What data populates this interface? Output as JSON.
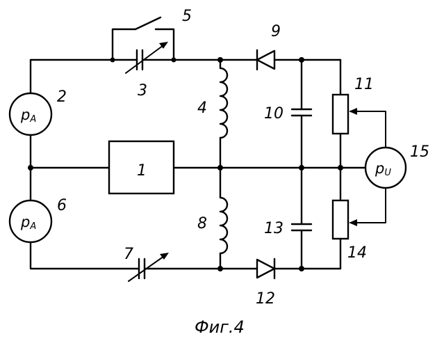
{
  "labels": {
    "block": "1",
    "meter_top": "2",
    "capacitor_var_top": "3",
    "inductor_top": "4",
    "switch": "5",
    "meter_bottom": "6",
    "capacitor_var_bottom": "7",
    "inductor_bottom": "8",
    "diode_top": "9",
    "capacitor_top": "10",
    "resistor_top": "11",
    "diode_bottom": "12",
    "capacitor_bottom": "13",
    "resistor_bottom": "14",
    "voltmeter": "15"
  },
  "meters": {
    "top": {
      "letter": "p",
      "sub": "A"
    },
    "bottom": {
      "letter": "p",
      "sub": "A"
    },
    "voltmeter": {
      "letter": "p",
      "sub": "U"
    }
  },
  "caption": "Фиг.4"
}
